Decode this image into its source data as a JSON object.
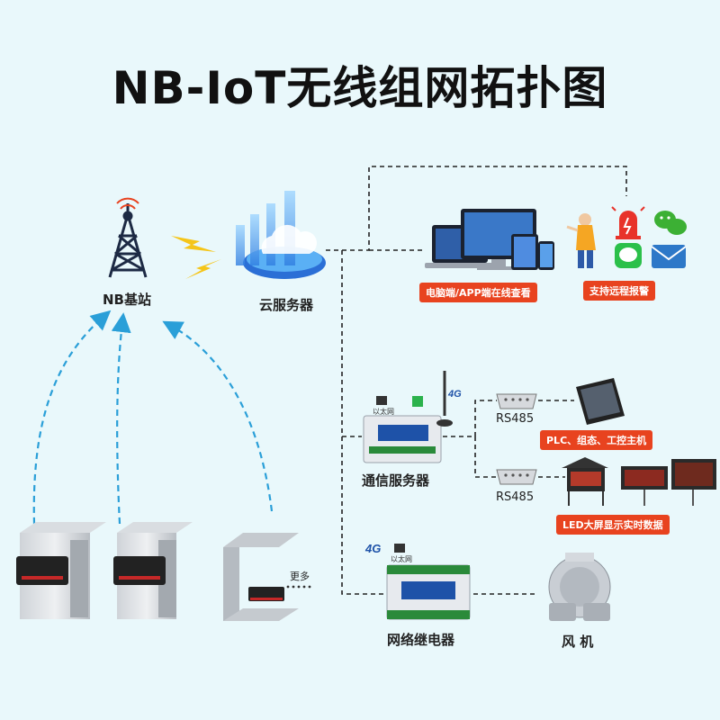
{
  "title": "NB-IoT无线组网拓扑图",
  "nodes": {
    "base_station": "NB基站",
    "cloud_server": "云服务器",
    "comm_server": "通信服务器",
    "network_relay": "网络继电器",
    "fan": "风 机",
    "more": "更多"
  },
  "ports": {
    "rs485_top": "RS485",
    "rs485_bottom": "RS485"
  },
  "tags": {
    "online_view": "电脑端/APP端在线查看",
    "remote_alarm": "支持远程报警",
    "plc": "PLC、组态、工控主机",
    "led": "LED大屏显示实时数据"
  },
  "device_text": {
    "ethernet_1": "以太网",
    "ethernet_2": "以太网",
    "fourg_1": "4G",
    "fourg_2": "4G"
  },
  "colors": {
    "background": "#e9f8fb",
    "tag": "#e8431f",
    "link_blue": "#2a9fd8",
    "lightning": "#f5c518"
  }
}
